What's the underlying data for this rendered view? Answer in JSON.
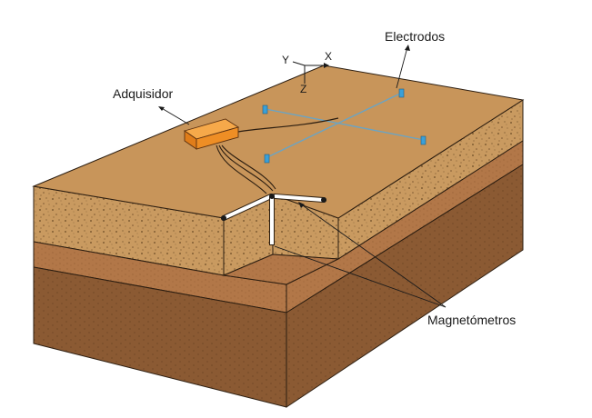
{
  "labels": {
    "acquisition": "Adquisidor",
    "electrodes": "Electrodos",
    "magnetometers": "Magnetómetros"
  },
  "axes": {
    "x": "X",
    "y": "Y",
    "z": "Z"
  },
  "colors": {
    "top_surface": "#c8955a",
    "sand_face": "#c99a60",
    "clay_face": "#b27748",
    "dark_soil_face": "#8b5a33",
    "acquisition_unit": "#f0922a",
    "electrode": "#3aa0d8",
    "cable": "#5b9ec0",
    "magnetometer_tube": "#ffffff"
  }
}
